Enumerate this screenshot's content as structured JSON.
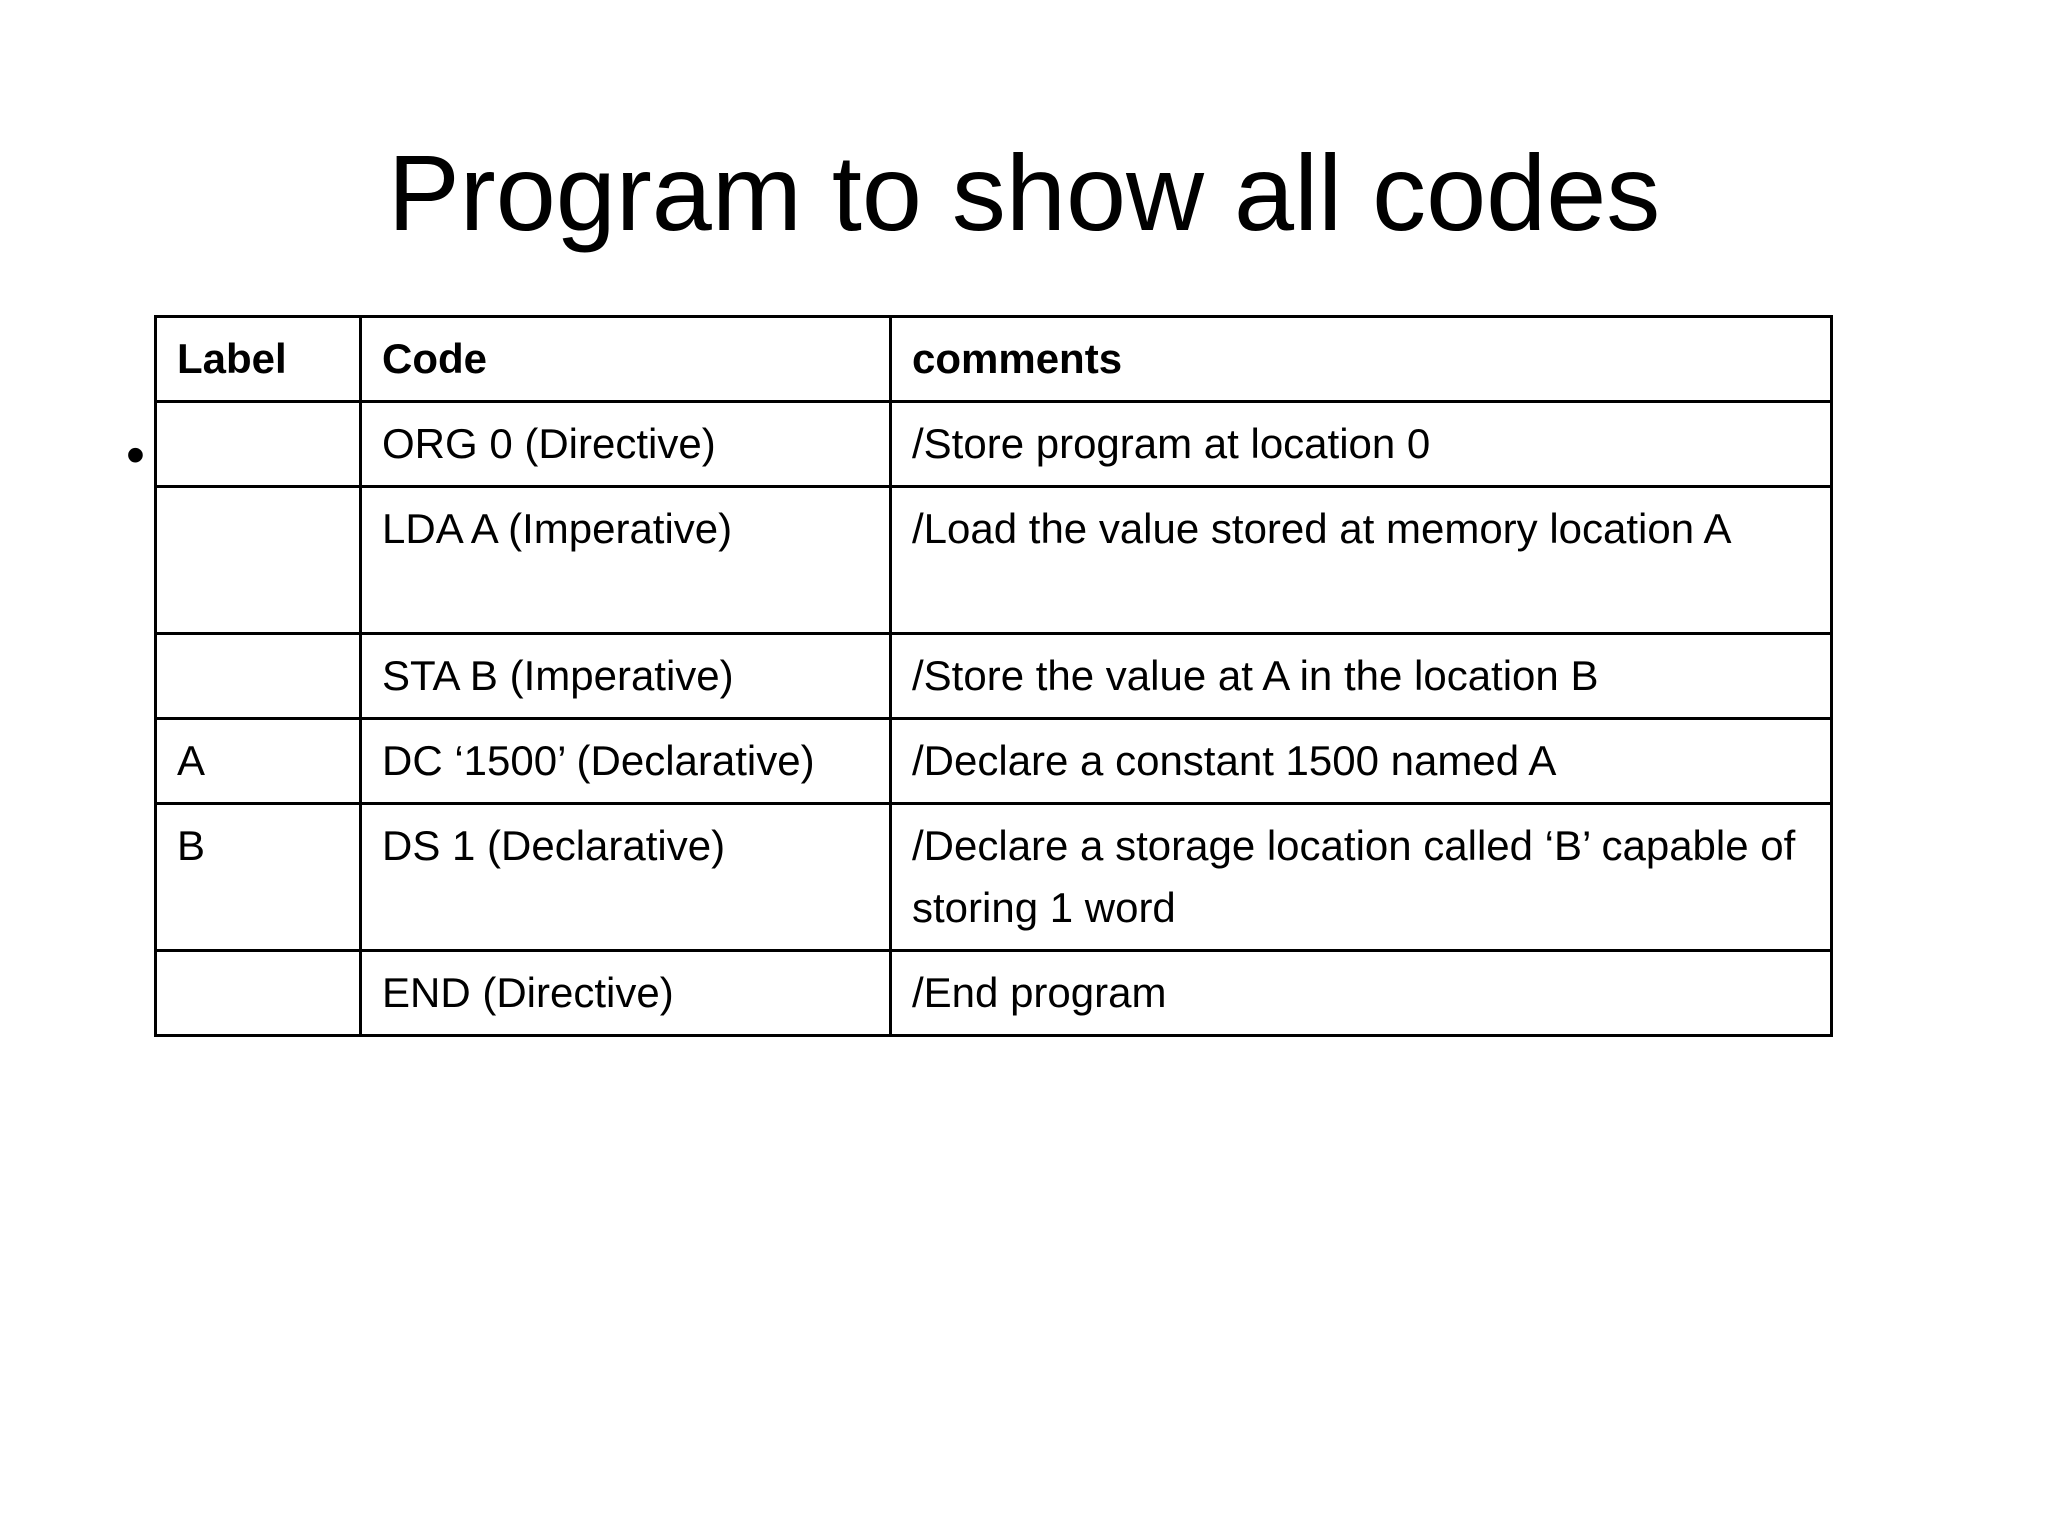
{
  "slide": {
    "title": "Program to show all codes",
    "bullet": "•"
  },
  "table": {
    "headers": {
      "label": "Label",
      "code": "Code",
      "comments": "comments"
    },
    "rows": [
      {
        "label": "",
        "code": "ORG 0 (Directive)",
        "comment": "/Store program at location 0"
      },
      {
        "label": "",
        "code": "LDA A (Imperative)",
        "comment": "/Load the value stored at memory location A"
      },
      {
        "label": "",
        "code": "STA B (Imperative)",
        "comment": "/Store the value at A in the location B"
      },
      {
        "label": "A",
        "code": "DC ‘1500’ (Declarative)",
        "comment": "/Declare a constant 1500 named A"
      },
      {
        "label": "B",
        "code": "DS 1 (Declarative)",
        "comment": "/Declare a storage location called ‘B’ capable of storing 1 word"
      },
      {
        "label": "",
        "code": "END (Directive)",
        "comment": "/End program"
      }
    ]
  }
}
